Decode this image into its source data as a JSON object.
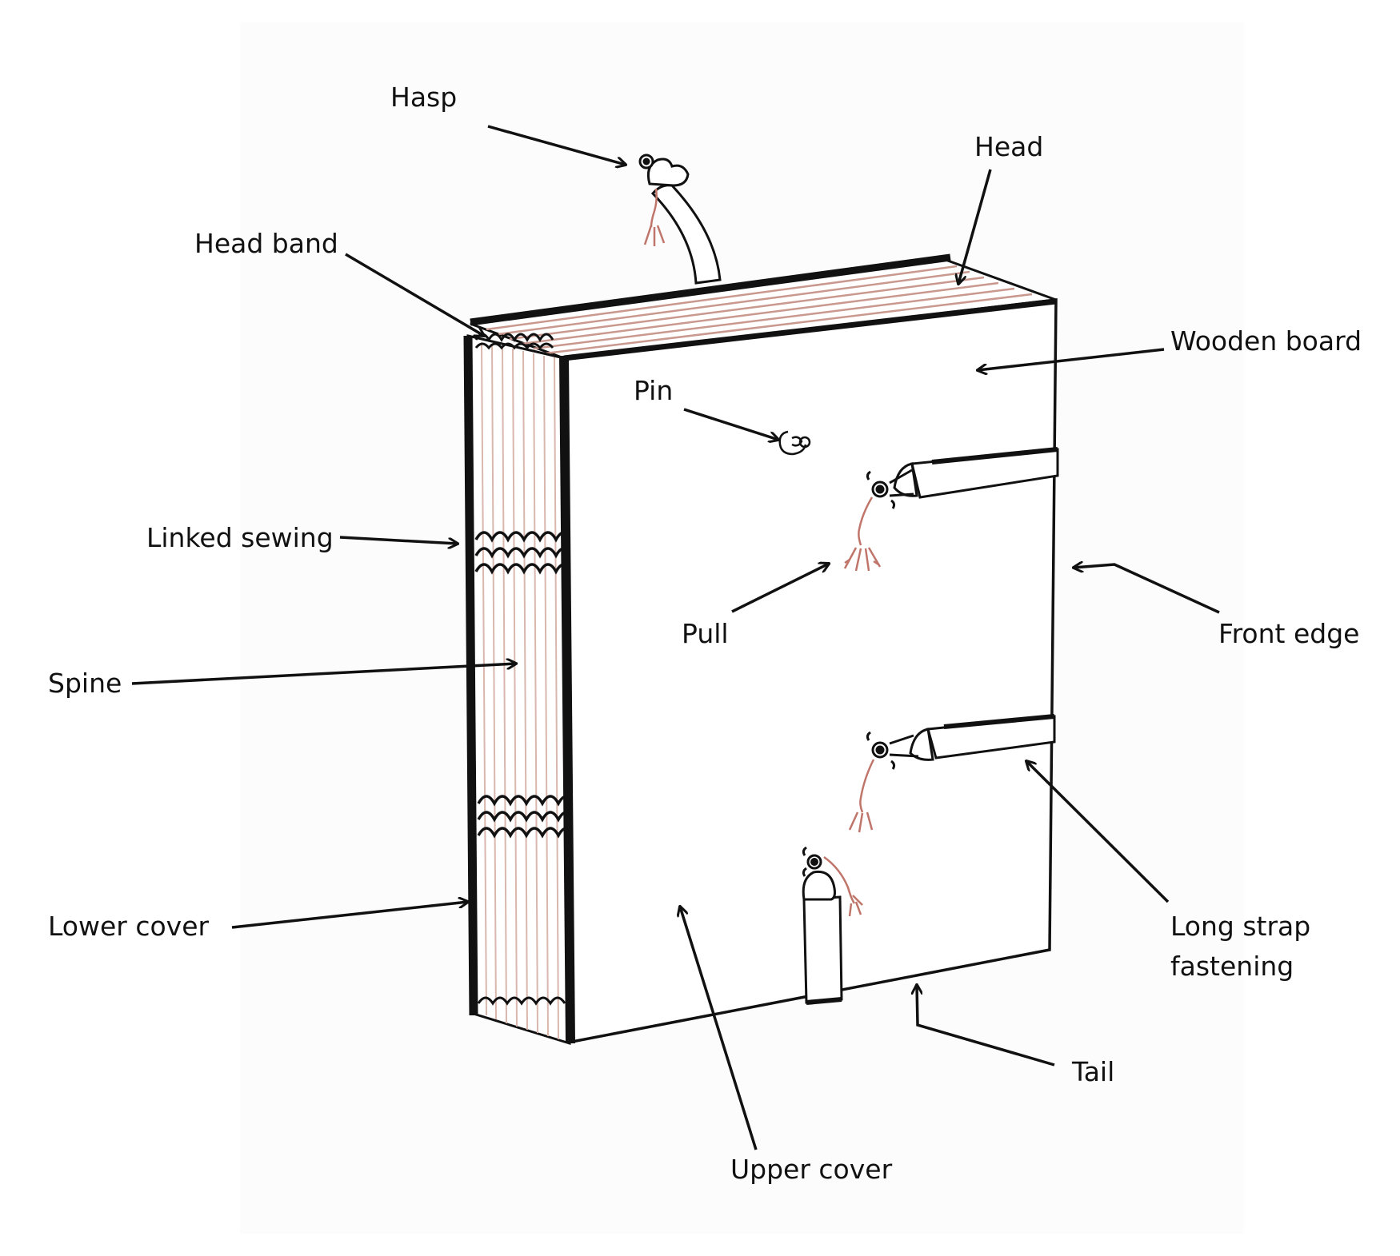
{
  "labels": {
    "hasp": "Hasp",
    "head": "Head",
    "head_band": "Head band",
    "wooden_board": "Wooden board",
    "pin": "Pin",
    "linked_sewing": "Linked sewing",
    "pull": "Pull",
    "front_edge": "Front edge",
    "spine": "Spine",
    "lower_cover": "Lower cover",
    "long_strap_line1": "Long strap",
    "long_strap_line2": "fastening",
    "tail": "Tail",
    "upper_cover": "Upper cover"
  },
  "colors": {
    "ink": "#111111",
    "page_edges": "#c9988e",
    "tassel": "#c0756a",
    "spine_lines": "#d9b7ad"
  }
}
